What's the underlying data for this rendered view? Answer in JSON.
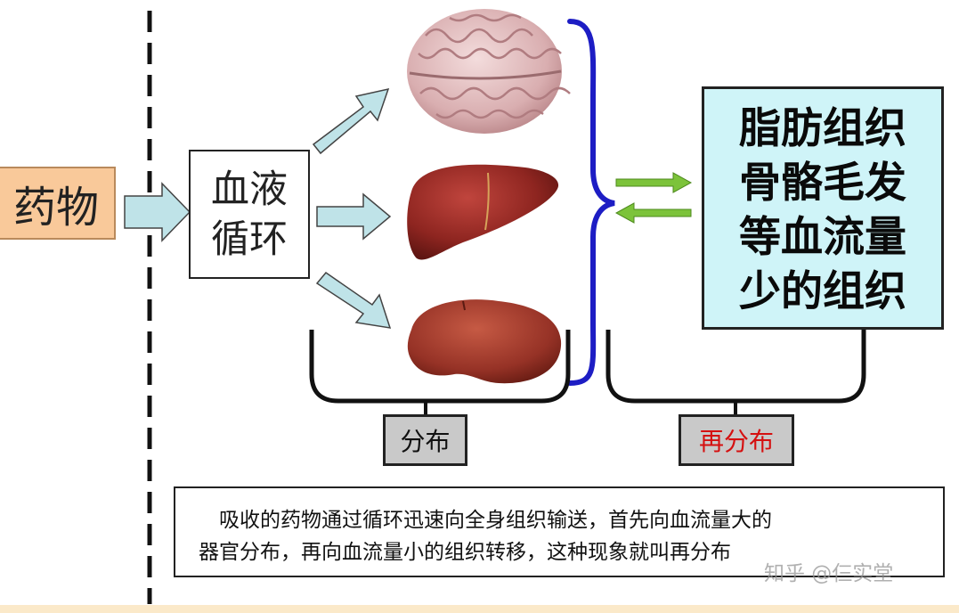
{
  "drug": {
    "label": "药物"
  },
  "circulation": {
    "label": "血液\n循环"
  },
  "organs": {
    "top": "brain",
    "middle": "liver",
    "bottom": "kidney"
  },
  "tissues": {
    "label": "脂肪组织\n骨骼毛发\n等血流量\n少的组织"
  },
  "labels": {
    "distribution": "分布",
    "redistribution": "再分布"
  },
  "note": {
    "line1": "吸收的药物通过循环迅速向全身组织输送，首先向血流量大的",
    "line2": "器官分布，再向血流量小的组织转移，这种现象就叫再分布"
  },
  "watermark": "知乎 @仨实堂",
  "colors": {
    "drug_box": "#f9c99a",
    "tissue_box": "#cff4f8",
    "arrow_fill": "#bfe3e8",
    "brace": "#1d1dc4",
    "green_arrow": "#7cc33a",
    "redistribution_text": "#d51010"
  },
  "icons": {
    "brain": "brain-icon",
    "liver": "liver-icon",
    "kidney": "kidney-icon"
  }
}
